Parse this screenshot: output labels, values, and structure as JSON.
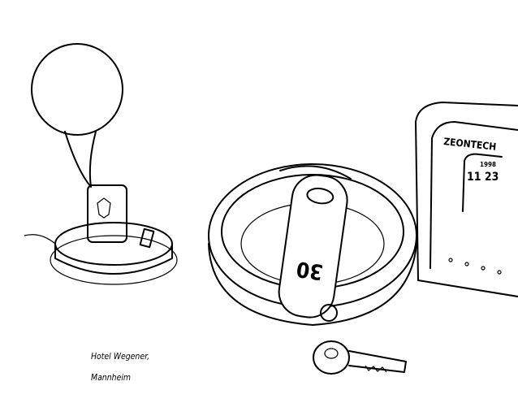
{
  "caption": {
    "line1": "Hotel Wegener,",
    "line2": "Mannheim"
  },
  "clock": {
    "brand": "ZEONTECH",
    "year": "1998",
    "time": "11 23"
  },
  "key_tag": {
    "number": "30"
  }
}
